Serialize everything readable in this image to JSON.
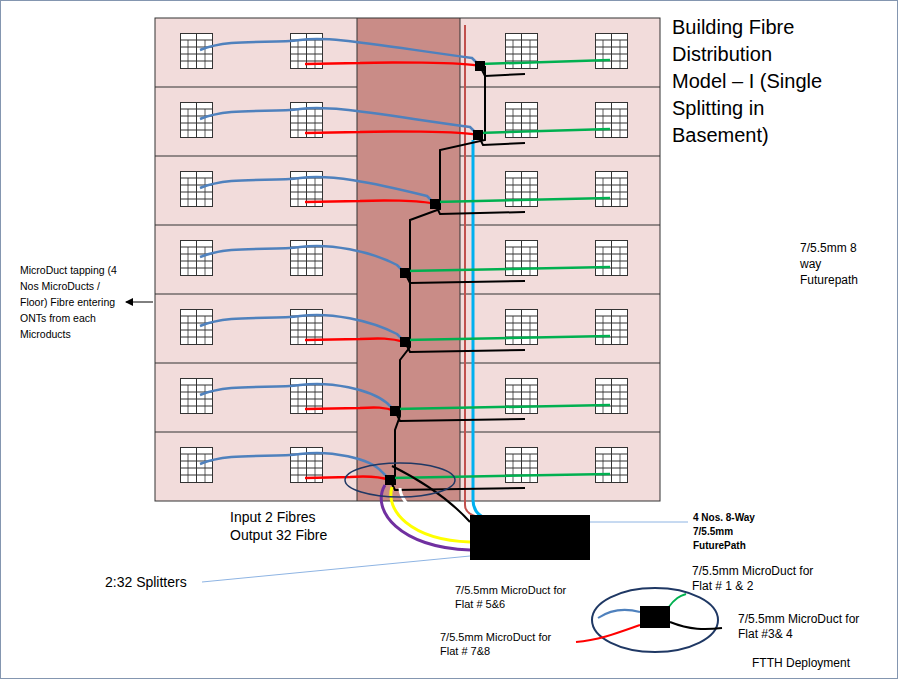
{
  "diagram": {
    "title": "Building Fibre Distribution Model – I (Single Splitting in Basement)",
    "labels": [
      "7/5.5mm 8 way Futurepath",
      "MicroDuct tapping (4 Nos MicroDucts / Floor) Fibre entering ONTs from each Microducts",
      "Input 2 Fibres Output 32 Fibre",
      "2:32 Splitters",
      "4 Nos. 8-Way 7/5.5mm FuturePath",
      "7/5.5mm MicroDuct for Flat # 5&6",
      "7/5.5mm MicroDuct for Flat # 1 & 2",
      "7/5.5mm MicroDuct for Flat #3& 4",
      "7/5.5mm MicroDuct for Flat # 7&8",
      "FTTH Deployment"
    ]
  }
}
